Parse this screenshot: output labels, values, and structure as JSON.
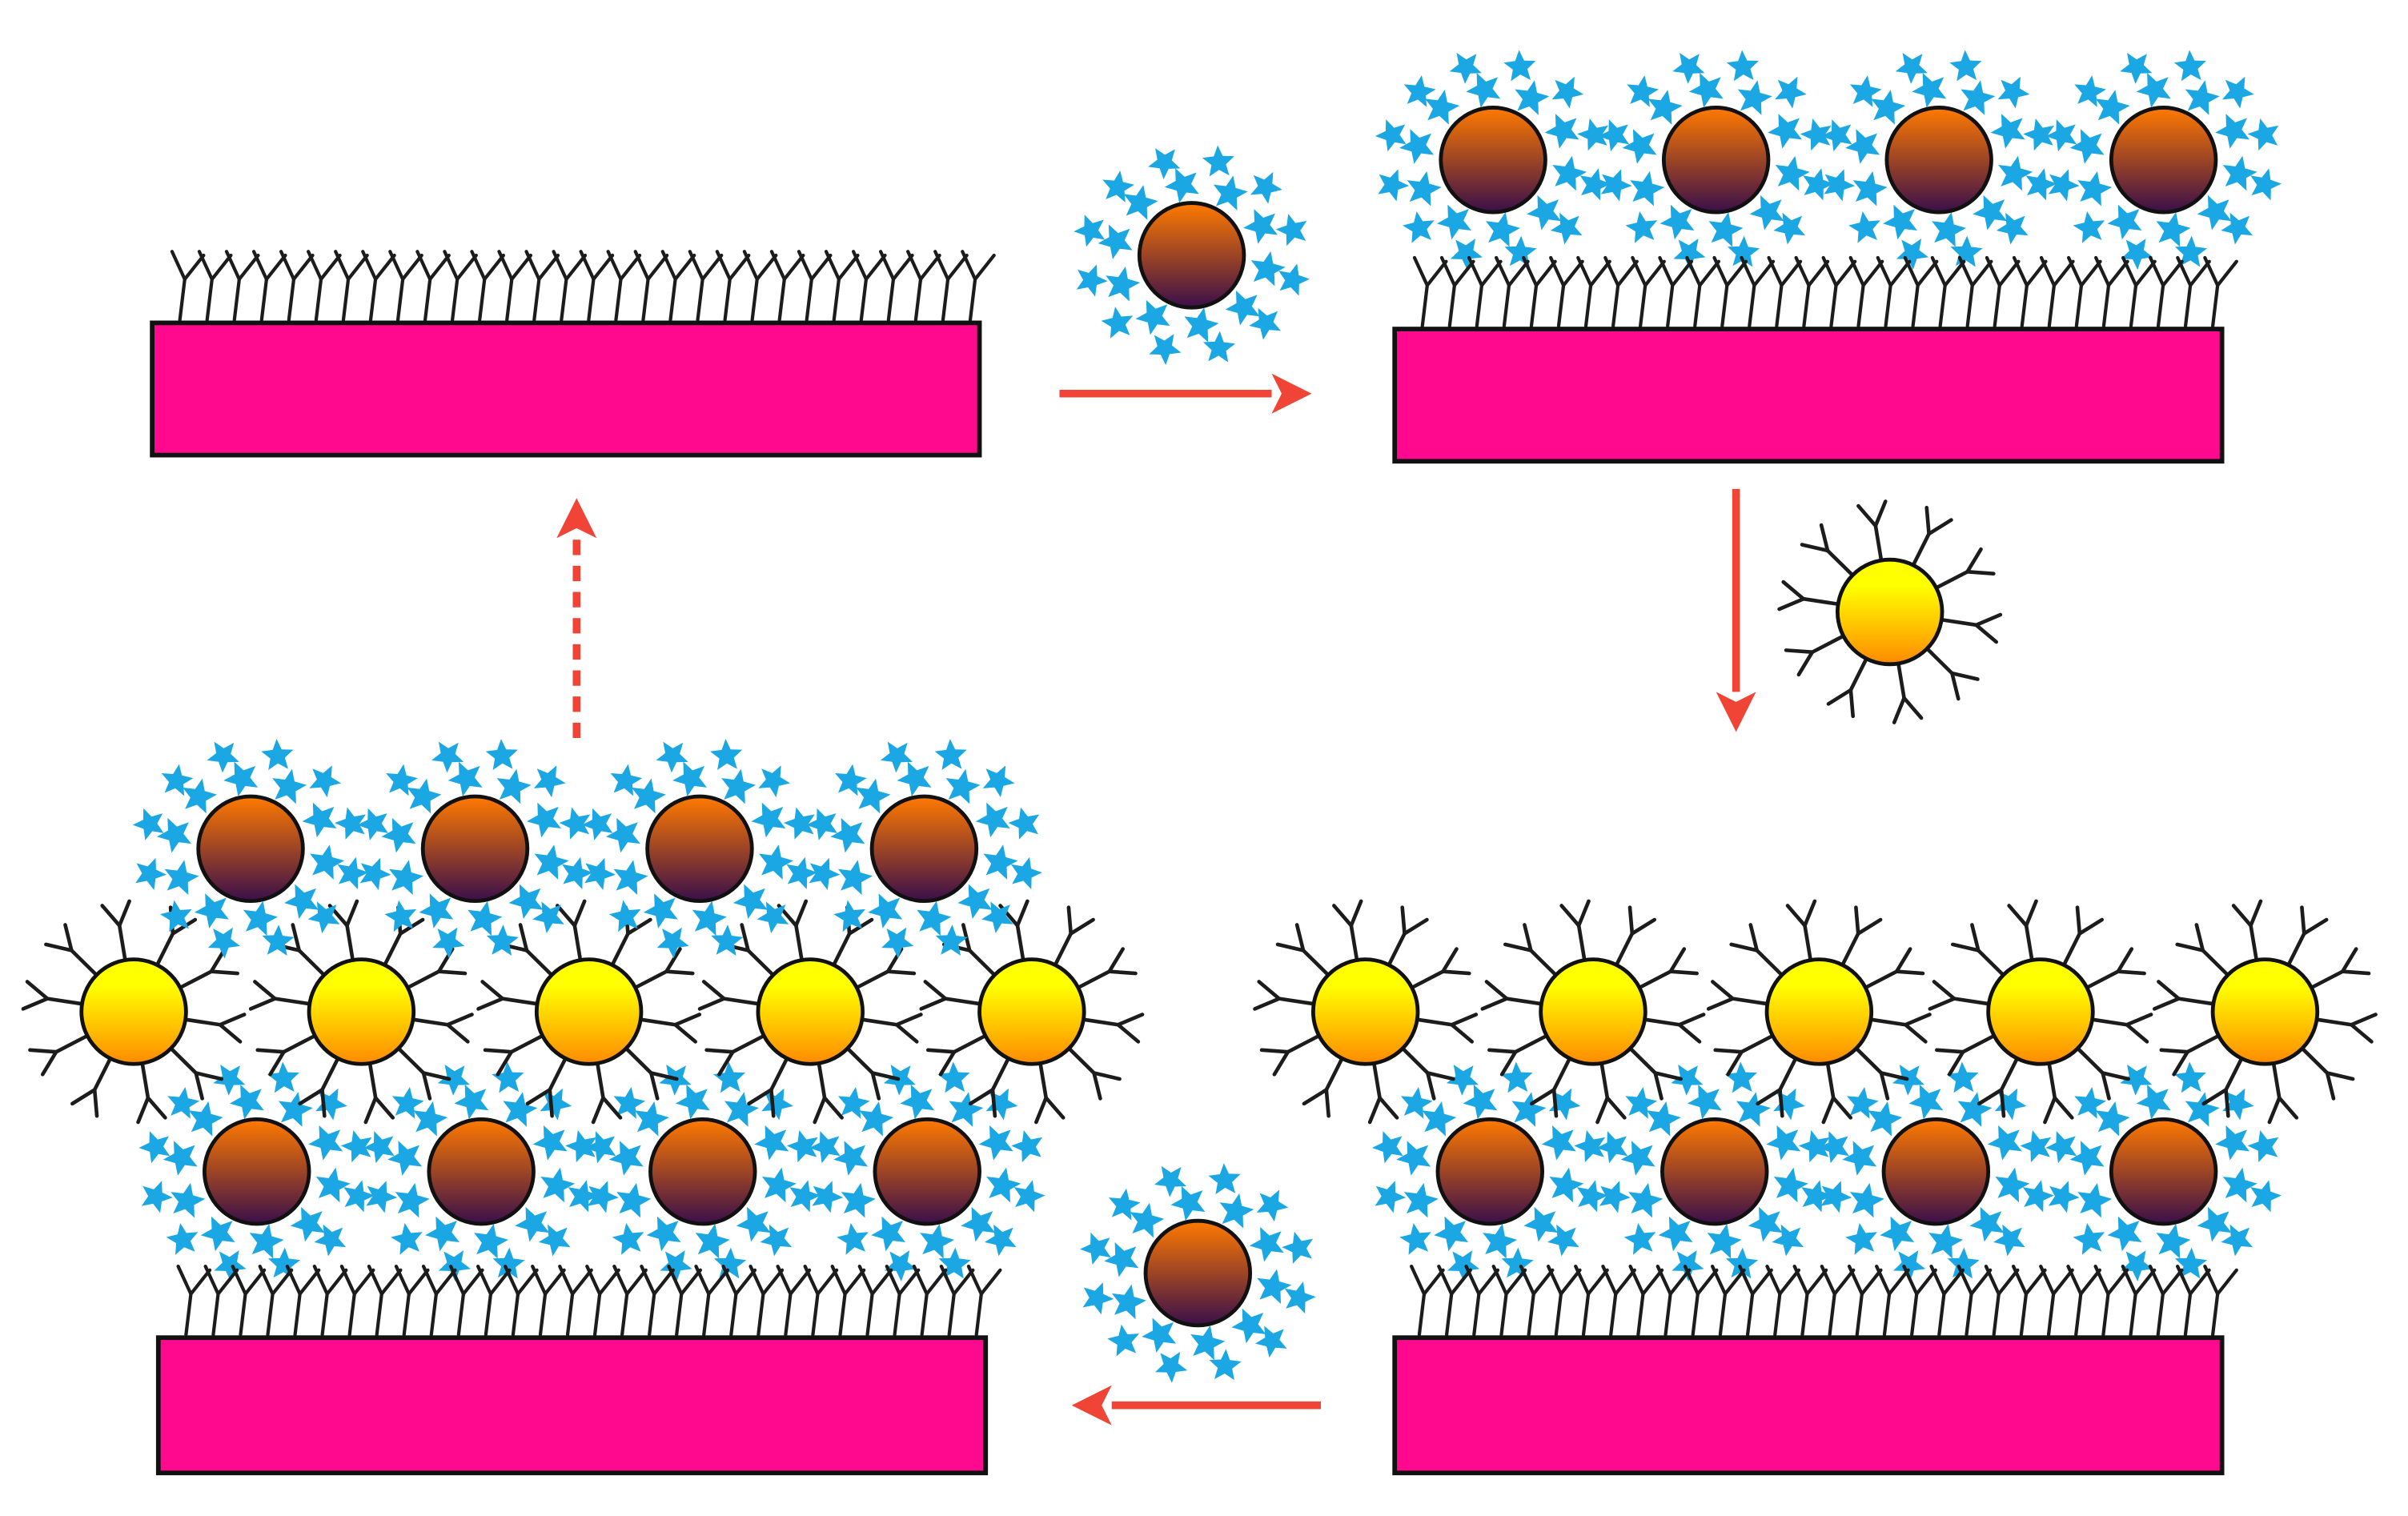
{
  "colors": {
    "substrate": "#ff0a8f",
    "outline": "#111111",
    "linker": "#1c1c1c",
    "star": "#1aa7e3",
    "arrow": "#f04436",
    "dark_np_top": "#ff7a00",
    "dark_np_bottom": "#3a0f4a",
    "gold_np_top": "#ffff00",
    "gold_np_bottom": "#ff8a00",
    "background": "#ffffff"
  },
  "icons": {
    "substrate": "substrate-slab",
    "linker": "y-shaped-antibody",
    "star": "star-ligand",
    "dark_particle": "star-coated-nanoparticle",
    "gold_particle": "antibody-coated-nanoparticle",
    "arrow_solid": "solid-arrow",
    "arrow_dashed": "dashed-arrow"
  },
  "steps": [
    {
      "panel": "top-left",
      "dark_rows": 0,
      "gold_rows": 0
    },
    {
      "panel": "top-right",
      "dark_rows": 1,
      "gold_rows": 0
    },
    {
      "panel": "bottom-right",
      "dark_rows": 1,
      "gold_rows": 1
    },
    {
      "panel": "bottom-left",
      "dark_rows": 2,
      "gold_rows": 1
    }
  ],
  "arrows": [
    {
      "from": "top-left",
      "to": "top-right",
      "style": "solid",
      "reagent": "dark_particle"
    },
    {
      "from": "top-right",
      "to": "bottom-right",
      "style": "solid",
      "reagent": "gold_particle"
    },
    {
      "from": "bottom-right",
      "to": "bottom-left",
      "style": "solid",
      "reagent": "dark_particle"
    },
    {
      "from": "bottom-left",
      "to": "top-left",
      "style": "dashed",
      "reagent": ""
    }
  ]
}
